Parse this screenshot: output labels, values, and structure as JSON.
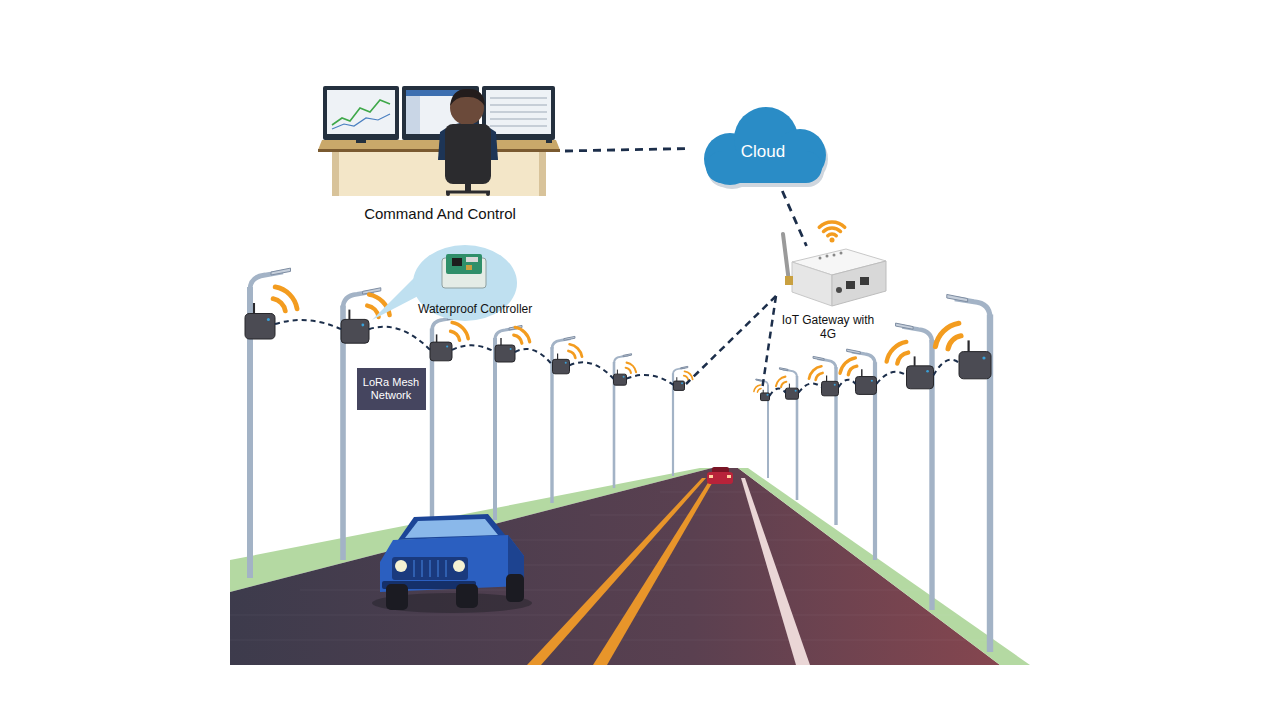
{
  "diagram": {
    "nodes": [
      {
        "text": [
          "Command And Control"
        ]
      },
      {
        "text": [
          "Cloud"
        ]
      },
      {
        "text": [
          "IoT Gateway with 4G"
        ]
      },
      {
        "text": [
          "Waterproof Controller"
        ]
      },
      {
        "text": [
          "LoRa Mesh Network"
        ]
      }
    ],
    "edges": [
      {
        "from": 0,
        "to": 1,
        "arrow": "none"
      },
      {
        "from": 1,
        "to": 2,
        "arrow": "none"
      }
    ]
  }
}
